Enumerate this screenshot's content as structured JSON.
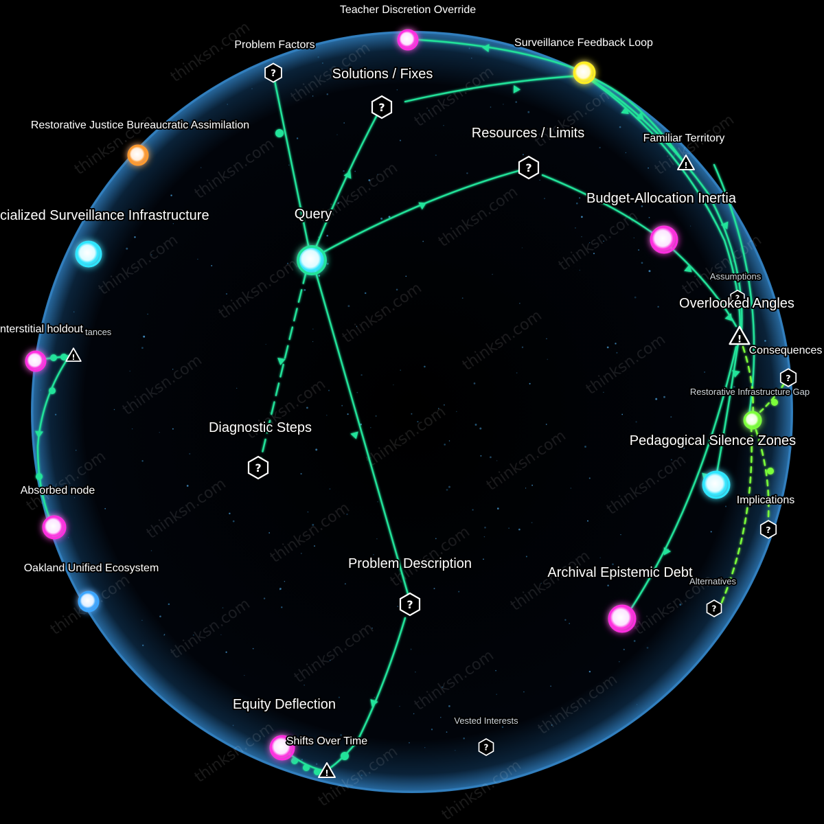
{
  "watermark": "thinksn.com",
  "colors": {
    "edge": "#22e39a",
    "edge_alt": "#7cff3a",
    "magenta": "#ff2fe0",
    "cyan": "#2ee6ff",
    "orange": "#ff9a2e",
    "yellow": "#ffee22",
    "blue": "#3aa6ff",
    "green": "#7cff3a",
    "sphere_edge": "#2a6fa8"
  },
  "labels": {
    "teacher_discretion_override": "Teacher Discretion Override",
    "surveillance_feedback_loop": "Surveillance Feedback Loop",
    "problem_factors": "Problem Factors",
    "solutions_fixes": "Solutions / Fixes",
    "restorative_justice": "Restorative Justice Bureaucratic Assimilation",
    "resources_limits": "Resources / Limits",
    "familiar_territory": "Familiar Territory",
    "specialized_surveillance": "cialized Surveillance Infrastructure",
    "query": "Query",
    "budget_allocation": "Budget-Allocation Inertia",
    "assumptions": "Assumptions",
    "overlooked_angles": "Overlooked Angles",
    "interstitial_holdout": "nterstitial holdout",
    "circumstances": "tances",
    "consequences": "Consequences",
    "restorative_gap": "Restorative Infrastructure Gap",
    "diagnostic_steps": "Diagnostic Steps",
    "pedagogical_silence": "Pedagogical Silence Zones",
    "absorbed_node": "Absorbed node",
    "implications": "Implications",
    "oakland_unified": "Oakland Unified Ecosystem",
    "problem_description": "Problem Description",
    "archival_debt": "Archival Epistemic Debt",
    "alternatives": "Alternatives",
    "equity_deflection": "Equity Deflection",
    "shifts_over_time": "Shifts Over Time",
    "vested_interests": "Vested Interests"
  },
  "icons": {
    "question_glyph": "?",
    "warning_glyph": "!"
  },
  "nodes": [
    {
      "id": "teacher-discretion-override",
      "kind": "orb",
      "color": "magenta"
    },
    {
      "id": "surveillance-feedback-loop",
      "kind": "orb",
      "color": "yellow"
    },
    {
      "id": "restorative-justice-assimilation",
      "kind": "orb",
      "color": "orange"
    },
    {
      "id": "specialized-surveillance",
      "kind": "orb",
      "color": "cyan"
    },
    {
      "id": "query",
      "kind": "orb",
      "color": "cyan"
    },
    {
      "id": "budget-allocation-inertia",
      "kind": "orb",
      "color": "magenta"
    },
    {
      "id": "interstitial-holdout",
      "kind": "orb",
      "color": "magenta"
    },
    {
      "id": "restorative-infrastructure-gap",
      "kind": "orb",
      "color": "green"
    },
    {
      "id": "pedagogical-silence-zones",
      "kind": "orb",
      "color": "cyan"
    },
    {
      "id": "absorbed-node",
      "kind": "orb",
      "color": "magenta"
    },
    {
      "id": "oakland-unified-ecosystem",
      "kind": "orb",
      "color": "blue"
    },
    {
      "id": "archival-epistemic-debt",
      "kind": "orb",
      "color": "magenta"
    },
    {
      "id": "equity-deflection",
      "kind": "orb",
      "color": "magenta"
    }
  ]
}
